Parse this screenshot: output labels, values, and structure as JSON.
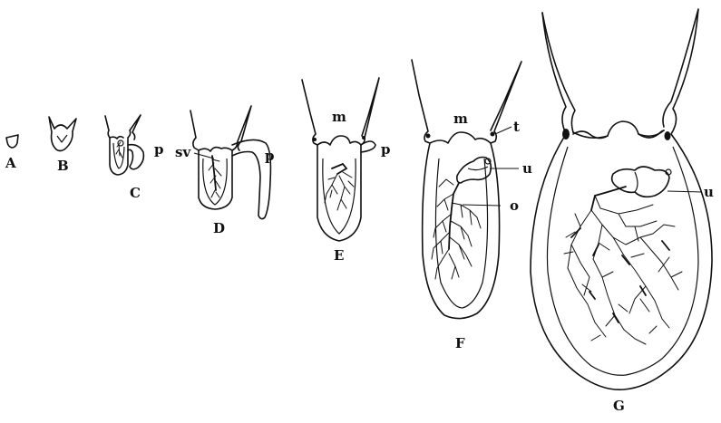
{
  "figure": {
    "stages": [
      {
        "id": "A",
        "label": "A"
      },
      {
        "id": "B",
        "label": "B"
      },
      {
        "id": "C",
        "label": "C"
      },
      {
        "id": "D",
        "label": "D"
      },
      {
        "id": "E",
        "label": "E"
      },
      {
        "id": "F",
        "label": "F"
      },
      {
        "id": "G",
        "label": "G"
      }
    ],
    "annotations": {
      "p_c": "p",
      "p_d": "p",
      "p_e": "p",
      "sv": "sv",
      "m_e": "m",
      "m_f": "m",
      "t": "t",
      "u_f": "u",
      "o": "o",
      "u_g": "u"
    }
  }
}
